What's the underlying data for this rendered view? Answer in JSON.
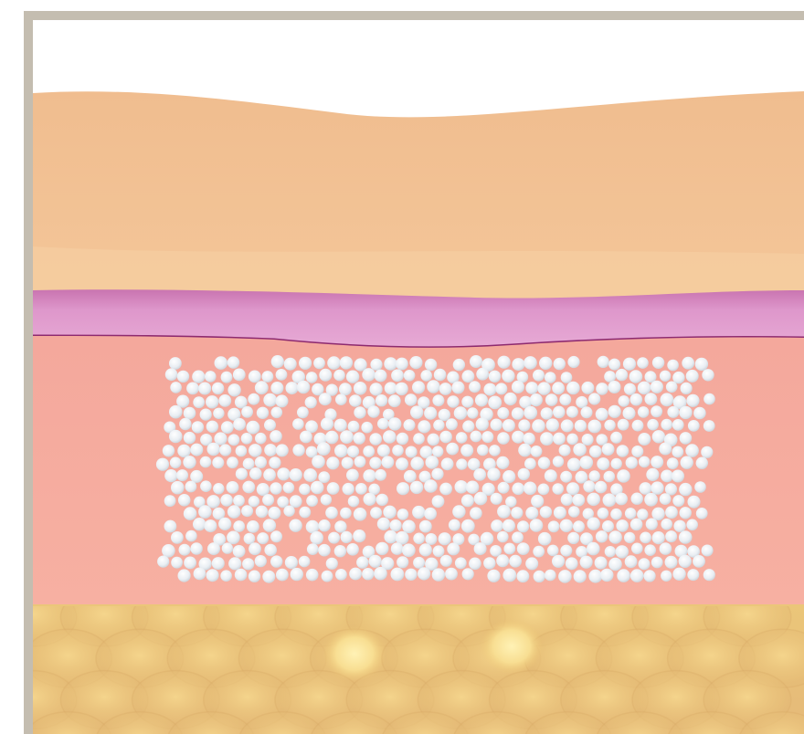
{
  "diagram": {
    "layers": [
      {
        "name": "background",
        "color": "#ffffff"
      },
      {
        "name": "epidermis-upper",
        "color": "#f2c196"
      },
      {
        "name": "epidermis-lower",
        "color": "#f3c89a"
      },
      {
        "name": "membrane",
        "color": "#d88fc4"
      },
      {
        "name": "membrane-line",
        "color": "#8d2a6f"
      },
      {
        "name": "dermis",
        "color": "#f6ac9f"
      },
      {
        "name": "particles",
        "color": "#eef2f6"
      },
      {
        "name": "fat-layer",
        "color": "#e8c07a"
      }
    ],
    "frame_color": "#bdb6a8"
  }
}
